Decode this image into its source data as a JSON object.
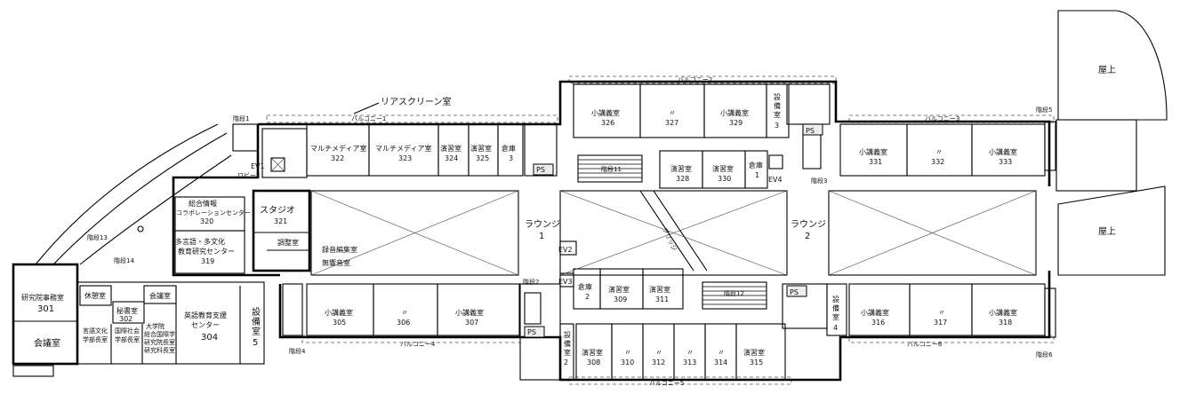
{
  "rooms": {
    "r301": {
      "name": "研究院事務室",
      "num": "301"
    },
    "meeting1": {
      "name": "会議室"
    },
    "rest": {
      "name": "休憩室"
    },
    "secretary": {
      "name": "秘書室",
      "num": "302"
    },
    "meeting2": {
      "name": "会議室"
    },
    "dean1a": {
      "name": "言語文化"
    },
    "dean1b": {
      "name": "学部長室"
    },
    "dean2a": {
      "name": "国際社会"
    },
    "dean2b": {
      "name": "学部長室"
    },
    "dean3a": {
      "name": "大学院"
    },
    "dean3b": {
      "name": "総合国際学"
    },
    "dean3c": {
      "name": "研究院長室"
    },
    "dean3d": {
      "name": "研究科長室"
    },
    "r320": {
      "name1": "総合情報",
      "name2": "コラボレーションセンター",
      "num": "320"
    },
    "r319": {
      "name1": "多言語・多文化",
      "name2": "教育研究センター",
      "num": "319"
    },
    "r321": {
      "name": "スタジオ",
      "num": "321"
    },
    "adjust": {
      "name": "調整室"
    },
    "record": {
      "name": "録音編集室"
    },
    "anechoic": {
      "name": "無響音室"
    },
    "r322": {
      "name": "マルチメディア室",
      "num": "322"
    },
    "r323": {
      "name": "マルチメディア室",
      "num": "323"
    },
    "r324": {
      "name": "演習室",
      "num": "324"
    },
    "r325": {
      "name": "演習室",
      "num": "325"
    },
    "storage3": {
      "name": "倉庫",
      "num": "3"
    },
    "r304": {
      "name1": "英語教育支援",
      "name2": "センター",
      "num": "304"
    },
    "equip5": {
      "name1": "設",
      "name2": "備",
      "name3": "室",
      "num": "5"
    },
    "r305": {
      "name": "小講義室",
      "num": "305"
    },
    "r306": {
      "name": "〃",
      "num": "306"
    },
    "r307": {
      "name": "小講義室",
      "num": "307"
    },
    "lounge1": {
      "name": "ラウンジ",
      "num": "1"
    },
    "storage2": {
      "name": "倉庫",
      "num": "2"
    },
    "r309": {
      "name": "演習室",
      "num": "309"
    },
    "r311": {
      "name": "演習室",
      "num": "311"
    },
    "equip2": {
      "name1": "設",
      "name2": "備",
      "name3": "室",
      "num": "2"
    },
    "r308": {
      "name": "演習室",
      "num": "308"
    },
    "r310": {
      "name": "〃",
      "num": "310"
    },
    "r312": {
      "name": "〃",
      "num": "312"
    },
    "r313": {
      "name": "〃",
      "num": "313"
    },
    "r314": {
      "name": "〃",
      "num": "314"
    },
    "r315": {
      "name": "演習室",
      "num": "315"
    },
    "r326": {
      "name": "小講義室",
      "num": "326"
    },
    "r327": {
      "name": "〃",
      "num": "327"
    },
    "r329": {
      "name": "小講義室",
      "num": "329"
    },
    "equip3": {
      "name1": "設",
      "name2": "備",
      "name3": "室",
      "num": "3"
    },
    "r328": {
      "name": "演習室",
      "num": "328"
    },
    "r330": {
      "name": "演習室",
      "num": "330"
    },
    "storage1": {
      "name": "倉庫",
      "num": "1"
    },
    "lounge2": {
      "name": "ラウンジ",
      "num": "2"
    },
    "r331": {
      "name": "小講義室",
      "num": "331"
    },
    "r332": {
      "name": "〃",
      "num": "332"
    },
    "r333": {
      "name": "小講義室",
      "num": "333"
    },
    "equip4": {
      "name1": "設",
      "name2": "備",
      "name3": "室",
      "num": "4"
    },
    "r316": {
      "name": "小講義室",
      "num": "316"
    },
    "r317": {
      "name": "〃",
      "num": "317"
    },
    "r318": {
      "name": "小講義室",
      "num": "318"
    },
    "roof1": {
      "name": "屋上"
    },
    "roof2": {
      "name": "屋上"
    }
  },
  "labels": {
    "rear_screen": "リアスクリーン室",
    "lobby2": "ロビー2",
    "bridge": "ブリッジ",
    "ev1": "EV1",
    "ev2": "EV2",
    "ev3": "EV3",
    "ev4": "EV4",
    "ps": "PS",
    "stair1": "階段1",
    "stair2": "階段2",
    "stair3": "階段3",
    "stair4": "階段4",
    "stair5": "階段5",
    "stair6": "階段6",
    "stair11": "階段11",
    "stair12": "階段12",
    "stair13": "階段13",
    "stair14": "階段14",
    "balcony1": "バルコニー1",
    "balcony2": "バルコニー2",
    "balcony3": "バルコニー3",
    "balcony4": "バルコニー4",
    "balcony5": "バルコニー5",
    "balcony6": "バルコニー6"
  }
}
